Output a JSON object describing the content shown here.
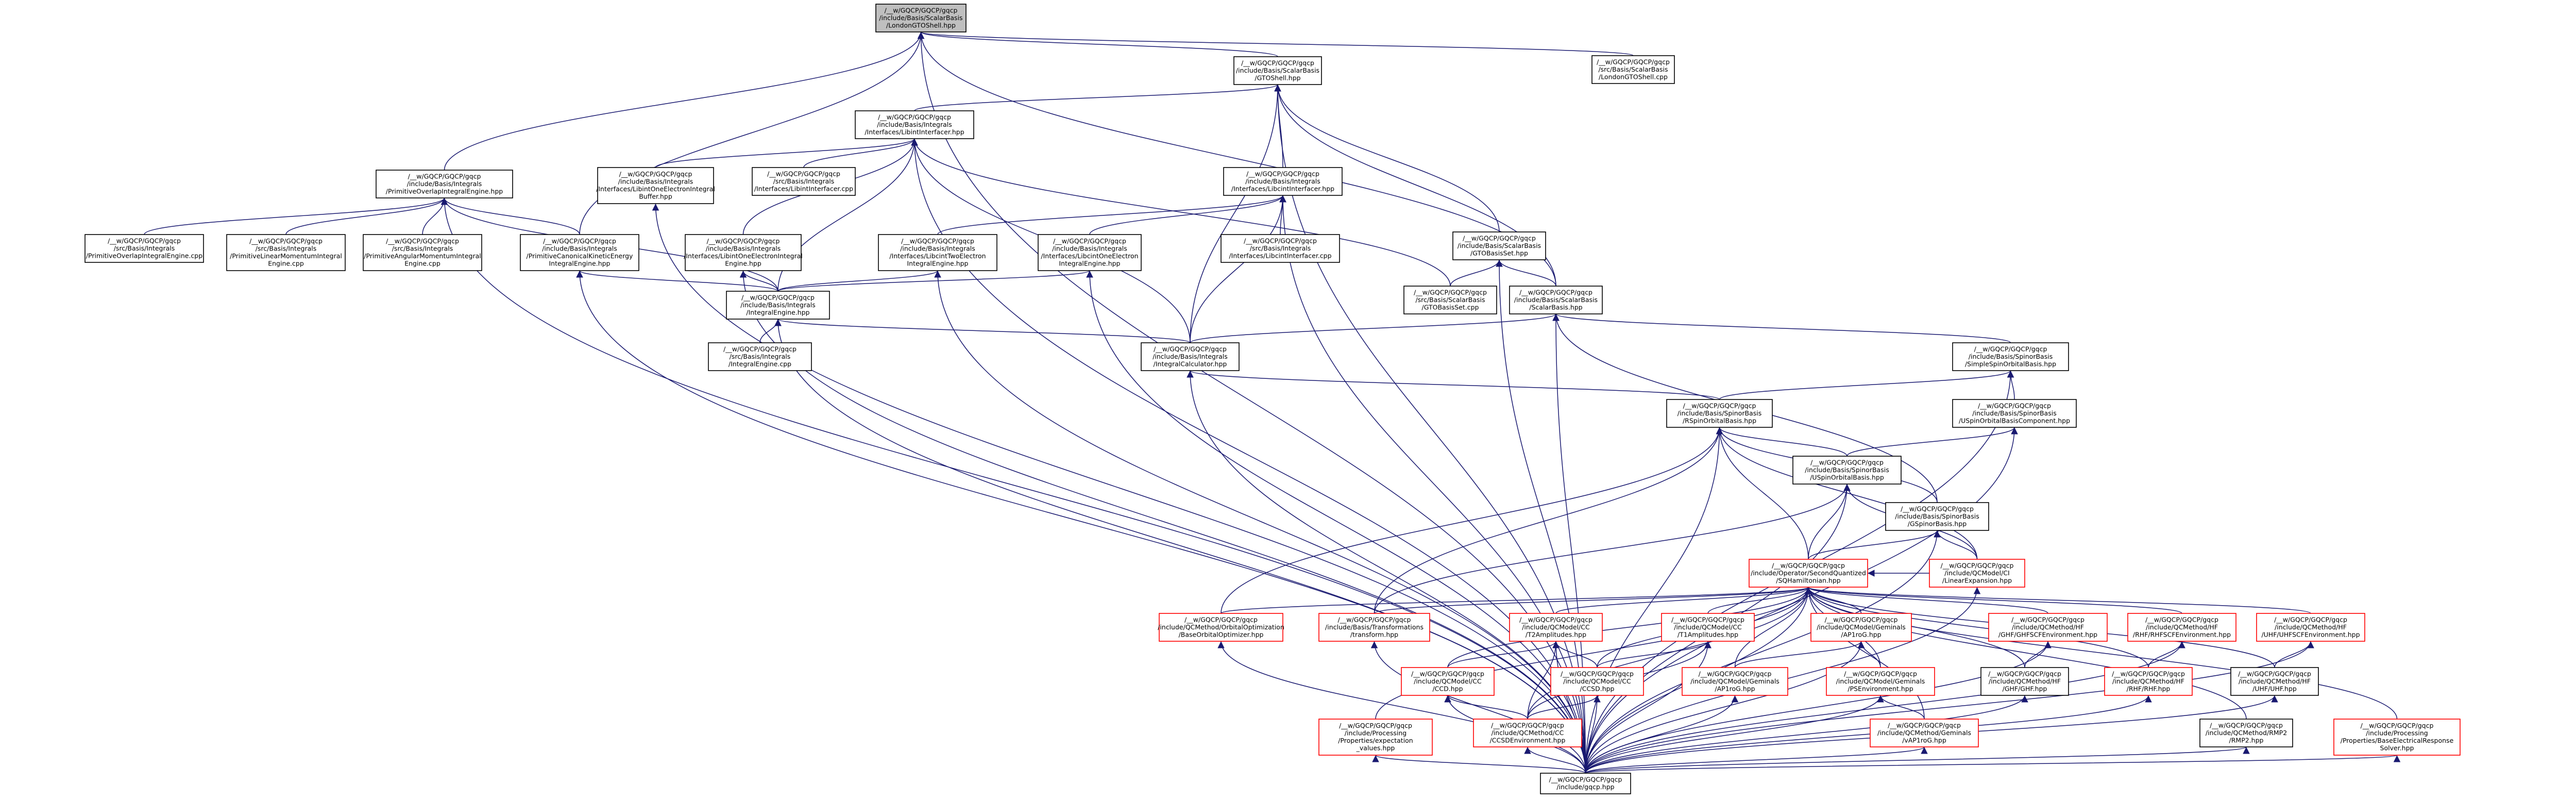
{
  "colors": {
    "edge": "#191970",
    "node_border": "#000000",
    "node_border_truncated": "#ff0000",
    "focus_fill": "#bfbfbf",
    "background": "#ffffff"
  },
  "nodes": [
    {
      "id": "londonGTO",
      "lines": [
        "/__w/GQCP/GQCP/gqcp",
        "/include/Basis/ScalarBasis",
        "/LondonGTOShell.hpp"
      ],
      "focus": true
    },
    {
      "id": "londonGTOcpp",
      "lines": [
        "/__w/GQCP/GQCP/gqcp",
        "/src/Basis/ScalarBasis",
        "/LondonGTOShell.cpp"
      ]
    },
    {
      "id": "gtoShell",
      "lines": [
        "/__w/GQCP/GQCP/gqcp",
        "/include/Basis/ScalarBasis",
        "/GTOShell.hpp"
      ]
    },
    {
      "id": "libintIface",
      "lines": [
        "/__w/GQCP/GQCP/gqcp",
        "/include/Basis/Integrals",
        "/Interfaces/LibintInterfacer.hpp"
      ]
    },
    {
      "id": "primOverlap",
      "lines": [
        "/__w/GQCP/GQCP/gqcp",
        "/include/Basis/Integrals",
        "/PrimitiveOverlapIntegralEngine.hpp"
      ]
    },
    {
      "id": "libintBuffer",
      "lines": [
        "/__w/GQCP/GQCP/gqcp",
        "/include/Basis/Integrals",
        "/Interfaces/LibintOneElectronIntegral",
        "Buffer.hpp"
      ]
    },
    {
      "id": "libintcpp",
      "lines": [
        "/__w/GQCP/GQCP/gqcp",
        "/src/Basis/Integrals",
        "/Interfaces/LibintInterfacer.cpp"
      ]
    },
    {
      "id": "libcintIface",
      "lines": [
        "/__w/GQCP/GQCP/gqcp",
        "/include/Basis/Integrals",
        "/Interfaces/LibcintInterfacer.hpp"
      ]
    },
    {
      "id": "gtoBasisSet",
      "lines": [
        "/__w/GQCP/GQCP/gqcp",
        "/include/Basis/ScalarBasis",
        "/GTOBasisSet.hpp"
      ]
    },
    {
      "id": "overlapcpp",
      "lines": [
        "/__w/GQCP/GQCP/gqcp",
        "/src/Basis/Integrals",
        "/PrimitiveOverlapIntegralEngine.cpp"
      ]
    },
    {
      "id": "linmomcpp",
      "lines": [
        "/__w/GQCP/GQCP/gqcp",
        "/src/Basis/Integrals",
        "/PrimitiveLinearMomentumIntegral",
        "Engine.cpp"
      ]
    },
    {
      "id": "angmomcpp",
      "lines": [
        "/__w/GQCP/GQCP/gqcp",
        "/src/Basis/Integrals",
        "/PrimitiveAngularMomentumIntegral",
        "Engine.cpp"
      ]
    },
    {
      "id": "primCanKin",
      "lines": [
        "/__w/GQCP/GQCP/gqcp",
        "/include/Basis/Integrals",
        "/PrimitiveCanonicalKineticEnergy",
        "IntegralEngine.hpp"
      ]
    },
    {
      "id": "libintOneEng",
      "lines": [
        "/__w/GQCP/GQCP/gqcp",
        "/include/Basis/Integrals",
        "/Interfaces/LibintOneElectronIntegral",
        "Engine.hpp"
      ]
    },
    {
      "id": "libcintTwoEng",
      "lines": [
        "/__w/GQCP/GQCP/gqcp",
        "/include/Basis/Integrals",
        "/Interfaces/LibcintTwoElectron",
        "IntegralEngine.hpp"
      ]
    },
    {
      "id": "libcintOneEng",
      "lines": [
        "/__w/GQCP/GQCP/gqcp",
        "/include/Basis/Integrals",
        "/Interfaces/LibcintOneElectron",
        "IntegralEngine.hpp"
      ]
    },
    {
      "id": "libcintcpp",
      "lines": [
        "/__w/GQCP/GQCP/gqcp",
        "/src/Basis/Integrals",
        "/Interfaces/LibcintInterfacer.cpp"
      ]
    },
    {
      "id": "gtoBasisSetcpp",
      "lines": [
        "/__w/GQCP/GQCP/gqcp",
        "/src/Basis/ScalarBasis",
        "/GTOBasisSet.cpp"
      ]
    },
    {
      "id": "scalarBasis",
      "lines": [
        "/__w/GQCP/GQCP/gqcp",
        "/include/Basis/ScalarBasis",
        "/ScalarBasis.hpp"
      ]
    },
    {
      "id": "integralEngine",
      "lines": [
        "/__w/GQCP/GQCP/gqcp",
        "/include/Basis/Integrals",
        "/IntegralEngine.hpp"
      ]
    },
    {
      "id": "integralEnginecpp",
      "lines": [
        "/__w/GQCP/GQCP/gqcp",
        "/src/Basis/Integrals",
        "/IntegralEngine.cpp"
      ]
    },
    {
      "id": "integralCalc",
      "lines": [
        "/__w/GQCP/GQCP/gqcp",
        "/include/Basis/Integrals",
        "/IntegralCalculator.hpp"
      ]
    },
    {
      "id": "simpleSpinOrb",
      "lines": [
        "/__w/GQCP/GQCP/gqcp",
        "/include/Basis/SpinorBasis",
        "/SimpleSpinOrbitalBasis.hpp"
      ]
    },
    {
      "id": "gSpinOrbComp",
      "lines": [
        "/__w/GQCP/GQCP/gqcp",
        "/include/Basis/SpinorBasis",
        "/USpinOrbitalBasisComponent.hpp"
      ]
    },
    {
      "id": "rSpinOrb",
      "lines": [
        "/__w/GQCP/GQCP/gqcp",
        "/include/Basis/SpinorBasis",
        "/RSpinOrbitalBasis.hpp"
      ]
    },
    {
      "id": "uSpinOrb",
      "lines": [
        "/__w/GQCP/GQCP/gqcp",
        "/include/Basis/SpinorBasis",
        "/USpinOrbitalBasis.hpp"
      ]
    },
    {
      "id": "gSpinor",
      "lines": [
        "/__w/GQCP/GQCP/gqcp",
        "/include/Basis/SpinorBasis",
        "/GSpinorBasis.hpp"
      ]
    },
    {
      "id": "sqHam",
      "lines": [
        "/__w/GQCP/GQCP/gqcp",
        "/include/Operator/SecondQuantized",
        "/SQHamiltonian.hpp"
      ],
      "red": true
    },
    {
      "id": "linExp",
      "lines": [
        "/__w/GQCP/GQCP/gqcp",
        "/include/QCModel/CI",
        "/LinearExpansion.hpp"
      ],
      "red": true
    },
    {
      "id": "baseOrbOpt",
      "lines": [
        "/__w/GQCP/GQCP/gqcp",
        "/include/QCMethod/OrbitalOptimization",
        "/BaseOrbitalOptimizer.hpp"
      ],
      "red": true
    },
    {
      "id": "transform",
      "lines": [
        "/__w/GQCP/GQCP/gqcp",
        "/include/Basis/Transformations",
        "/transform.hpp"
      ],
      "red": true
    },
    {
      "id": "t2amp",
      "lines": [
        "/__w/GQCP/GQCP/gqcp",
        "/include/QCModel/CC",
        "/T2Amplitudes.hpp"
      ],
      "red": true
    },
    {
      "id": "t1amp",
      "lines": [
        "/__w/GQCP/GQCP/gqcp",
        "/include/QCModel/CC",
        "/T1Amplitudes.hpp"
      ],
      "red": true
    },
    {
      "id": "ap1rog",
      "lines": [
        "/__w/GQCP/GQCP/gqcp",
        "/include/QCModel/Geminals",
        "/AP1roG.hpp"
      ],
      "red": true
    },
    {
      "id": "ghfScf",
      "lines": [
        "/__w/GQCP/GQCP/gqcp",
        "/include/QCMethod/HF",
        "/GHF/GHFSCFEnvironment.hpp"
      ],
      "red": true
    },
    {
      "id": "rhfScf",
      "lines": [
        "/__w/GQCP/GQCP/gqcp",
        "/include/QCMethod/HF",
        "/RHF/RHFSCFEnvironment.hpp"
      ],
      "red": true
    },
    {
      "id": "uhfScf",
      "lines": [
        "/__w/GQCP/GQCP/gqcp",
        "/include/QCMethod/HF",
        "/UHF/UHFSCFEnvironment.hpp"
      ],
      "red": true
    },
    {
      "id": "ccd",
      "lines": [
        "/__w/GQCP/GQCP/gqcp",
        "/include/QCModel/CC",
        "/CCD.hpp"
      ],
      "red": true
    },
    {
      "id": "ccsd",
      "lines": [
        "/__w/GQCP/GQCP/gqcp",
        "/include/QCModel/CC",
        "/CCSD.hpp"
      ],
      "red": true
    },
    {
      "id": "ap1rogGe",
      "lines": [
        "/__w/GQCP/GQCP/gqcp",
        "/include/QCModel/Geminals",
        "/AP1roG.hpp"
      ],
      "red": true
    },
    {
      "id": "pse",
      "lines": [
        "/__w/GQCP/GQCP/gqcp",
        "/include/QCModel/Geminals",
        "/PSEnvironment.hpp"
      ],
      "red": true
    },
    {
      "id": "ghf",
      "lines": [
        "/__w/GQCP/GQCP/gqcp",
        "/include/QCMethod/HF",
        "/GHF/GHF.hpp"
      ]
    },
    {
      "id": "rhf",
      "lines": [
        "/__w/GQCP/GQCP/gqcp",
        "/include/QCMethod/HF",
        "/RHF/RHF.hpp"
      ],
      "red": true
    },
    {
      "id": "uhf",
      "lines": [
        "/__w/GQCP/GQCP/gqcp",
        "/include/QCMethod/HF",
        "/UHF/UHF.hpp"
      ]
    },
    {
      "id": "expvals",
      "lines": [
        "/__w/GQCP/GQCP/gqcp",
        "/include/Processing",
        "/Properties/expectation",
        "_values.hpp"
      ],
      "red": true
    },
    {
      "id": "ccsdEnv",
      "lines": [
        "/__w/GQCP/GQCP/gqcp",
        "/include/QCMethod/CC",
        "/CCSDEnvironment.hpp"
      ],
      "red": true
    },
    {
      "id": "vap1rog",
      "lines": [
        "/__w/GQCP/GQCP/gqcp",
        "/include/QCMethod/Geminals",
        "/vAP1roG.hpp"
      ],
      "red": true
    },
    {
      "id": "rmp2",
      "lines": [
        "/__w/GQCP/GQCP/gqcp",
        "/include/QCMethod/RMP2",
        "/RMP2.hpp"
      ]
    },
    {
      "id": "baseElec",
      "lines": [
        "/__w/GQCP/GQCP/gqcp",
        "/include/Processing",
        "/Properties/BaseElectricalResponse",
        "Solver.hpp"
      ],
      "red": true
    },
    {
      "id": "gqcp",
      "lines": [
        "/__w/GQCP/GQCP/gqcp",
        "/include/gqcp.hpp"
      ]
    }
  ]
}
